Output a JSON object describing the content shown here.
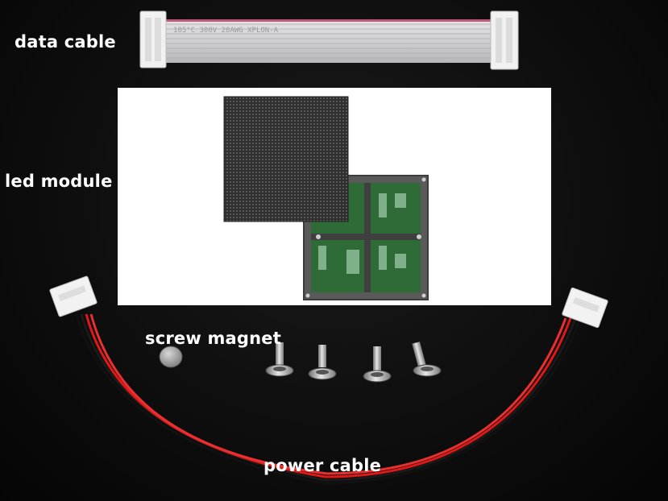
{
  "labels": {
    "data_cable": "data cable",
    "led_module": "led module",
    "screw_magnet": "screw magnet",
    "power_cable": "power cable"
  },
  "ribbon_print": "105°C  300V  28AWG  XPLON-A",
  "colors": {
    "background": "#0b0b0b",
    "label_text": "#ffffff",
    "ribbon": "#d9d9dc",
    "ribbon_stripe": "#c0597a",
    "led_face": "#3a3a3a",
    "pcb": "#2e6b36",
    "wire_red": "#e01818",
    "wire_black": "#111111",
    "connector": "#f2f2f2"
  }
}
